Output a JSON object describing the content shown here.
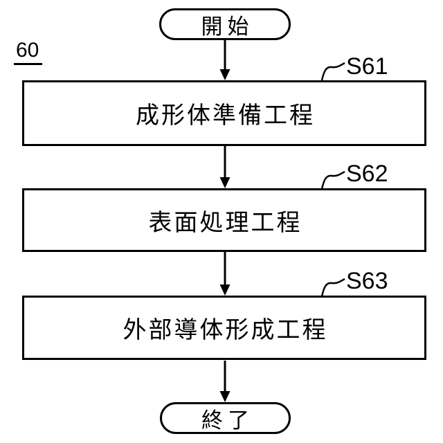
{
  "figure": {
    "number": "60"
  },
  "flowchart": {
    "type": "vertical-flowchart",
    "start_label": "開始",
    "end_label": "終了",
    "steps": [
      {
        "tag": "S61",
        "label": "成形体準備工程"
      },
      {
        "tag": "S62",
        "label": "表面処理工程"
      },
      {
        "tag": "S63",
        "label": "外部導体形成工程"
      }
    ]
  },
  "colors": {
    "line": "#000000",
    "text": "#000000",
    "background": "#ffffff"
  }
}
